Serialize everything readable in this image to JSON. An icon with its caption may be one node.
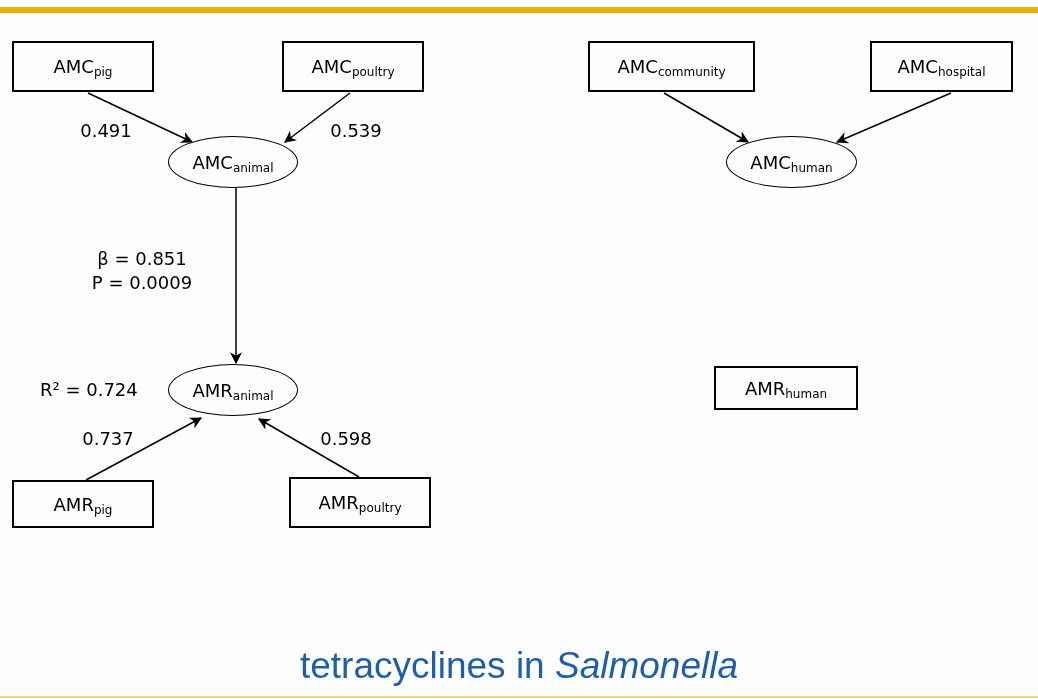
{
  "diagram": {
    "title": "tetracyclines in *Salmonella*",
    "nodes": [
      {
        "text": [
          "AMC$_{pig}$"
        ]
      },
      {
        "text": [
          "AMC$_{poultry}$"
        ]
      },
      {
        "text": [
          "AMC$_{animal}$"
        ]
      },
      {
        "text": [
          "AMR$_{animal}$"
        ]
      },
      {
        "text": [
          "AMR$_{pig}$"
        ]
      },
      {
        "text": [
          "AMR$_{poultry}$"
        ]
      },
      {
        "text": [
          "AMC$_{community}$"
        ]
      },
      {
        "text": [
          "AMC$_{hospital}$"
        ]
      },
      {
        "text": [
          "AMC$_{human}$"
        ]
      },
      {
        "text": [
          "AMR$_{human}$"
        ]
      }
    ],
    "edges": [
      {
        "from": 0,
        "to": 2,
        "arrow": "to",
        "label": "0.491"
      },
      {
        "from": 1,
        "to": 2,
        "arrow": "to",
        "label": "0.539"
      },
      {
        "from": 2,
        "to": 3,
        "arrow": "to",
        "label": "β = 0.851 P = 0.0009"
      },
      {
        "from": 4,
        "to": 3,
        "arrow": "to",
        "label": "0.737"
      },
      {
        "from": 5,
        "to": 3,
        "arrow": "to",
        "label": "0.598"
      },
      {
        "from": 6,
        "to": 8,
        "arrow": "to"
      },
      {
        "from": 7,
        "to": 8,
        "arrow": "to"
      }
    ],
    "labels": [
      "R² = 0.724"
    ]
  }
}
